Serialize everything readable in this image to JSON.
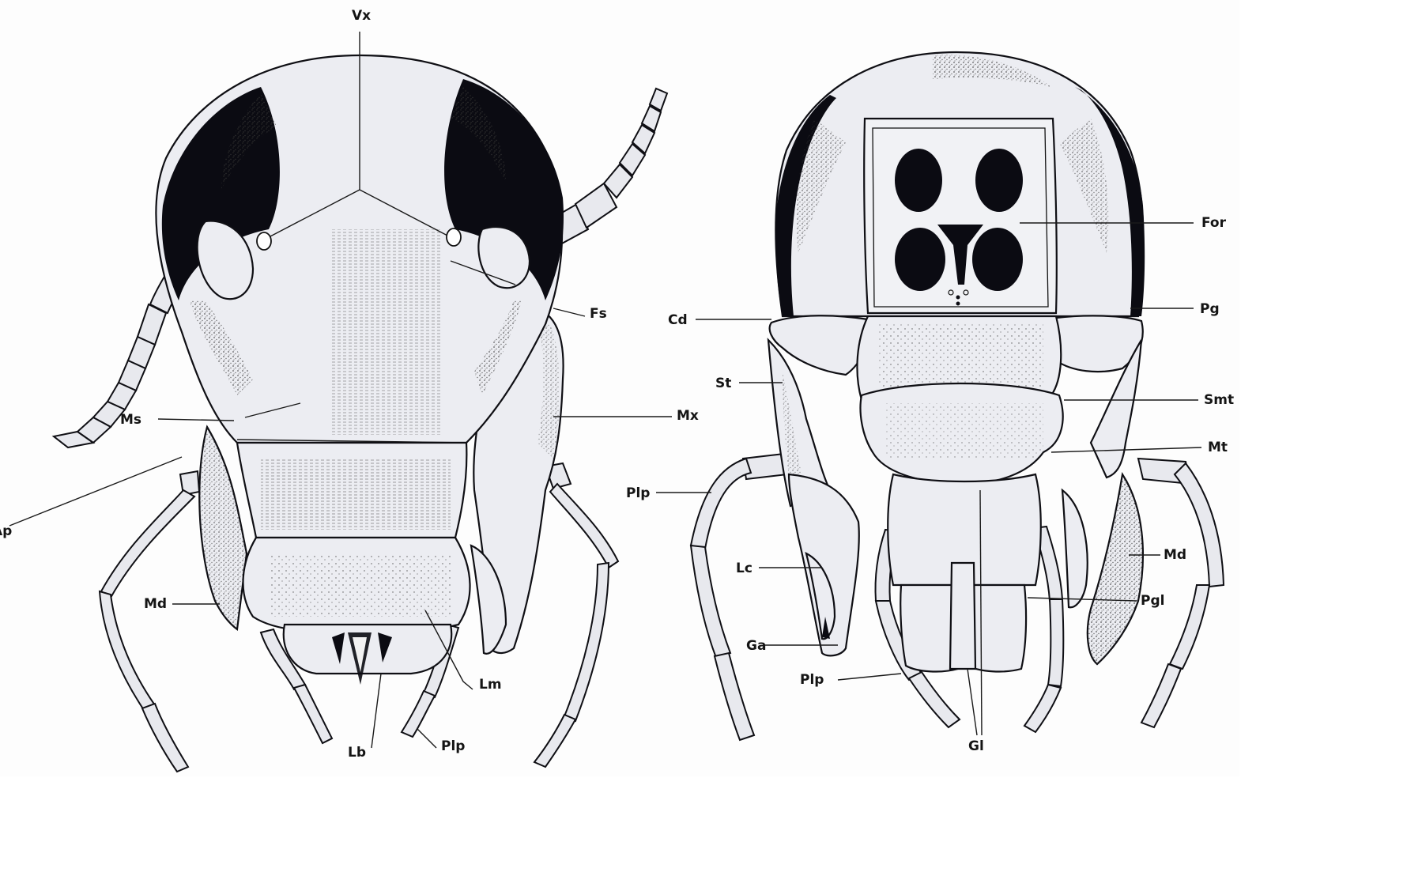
{
  "figure": {
    "views": [
      "anterior",
      "posterior"
    ]
  },
  "labels": {
    "left": {
      "vx": "Vx",
      "fs": "Fs",
      "ms": "Ms",
      "mx": "Mx",
      "ap": "Ap",
      "md": "Md",
      "lm": "Lm",
      "lb": "Lb",
      "plp": "Plp"
    },
    "right": {
      "for": "For",
      "cd": "Cd",
      "pg": "Pg",
      "st": "St",
      "smt": "Smt",
      "mt": "Mt",
      "plp_upper": "Plp",
      "md": "Md",
      "lc": "Lc",
      "pgl": "Pgl",
      "ga": "Ga",
      "plp_lower": "Plp",
      "gl": "Gl"
    }
  }
}
